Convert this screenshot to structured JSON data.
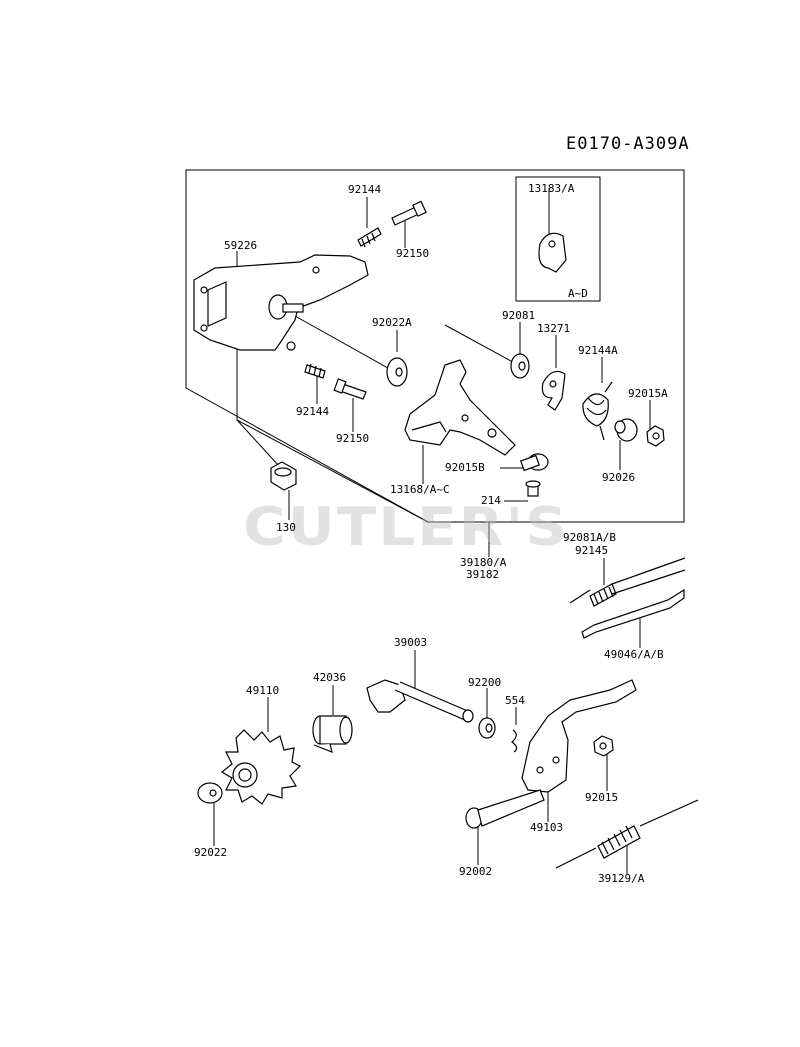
{
  "diagram_code": "E0170-A309A",
  "watermark": "CUTLER'S",
  "colors": {
    "line": "#000000",
    "part_fill": "#ffffff",
    "watermark": "#bebebe"
  },
  "parts": {
    "p92144_top": "92144",
    "p92150_top": "92150",
    "p59226": "59226",
    "p13183": "13183/A",
    "p13183_variant": "A~D",
    "p92022A": "92022A",
    "p92081": "92081",
    "p13271": "13271",
    "p92144A": "92144A",
    "p92015A": "92015A",
    "p92144_low": "92144",
    "p92150_low": "92150",
    "p92026": "92026",
    "p92015B": "92015B",
    "p13168": "13168/A~C",
    "p214": "214",
    "p130": "130",
    "p39180": "39180/A",
    "p39182": "39182",
    "p92081AB": "92081A/B",
    "p92145": "92145",
    "p49046": "49046/A/B",
    "p39003": "39003",
    "p42036": "42036",
    "p49110": "49110",
    "p92200": "92200",
    "p554": "554",
    "p92015": "92015",
    "p49103": "49103",
    "p92022": "92022",
    "p92002": "92002",
    "p39129": "39129/A"
  }
}
